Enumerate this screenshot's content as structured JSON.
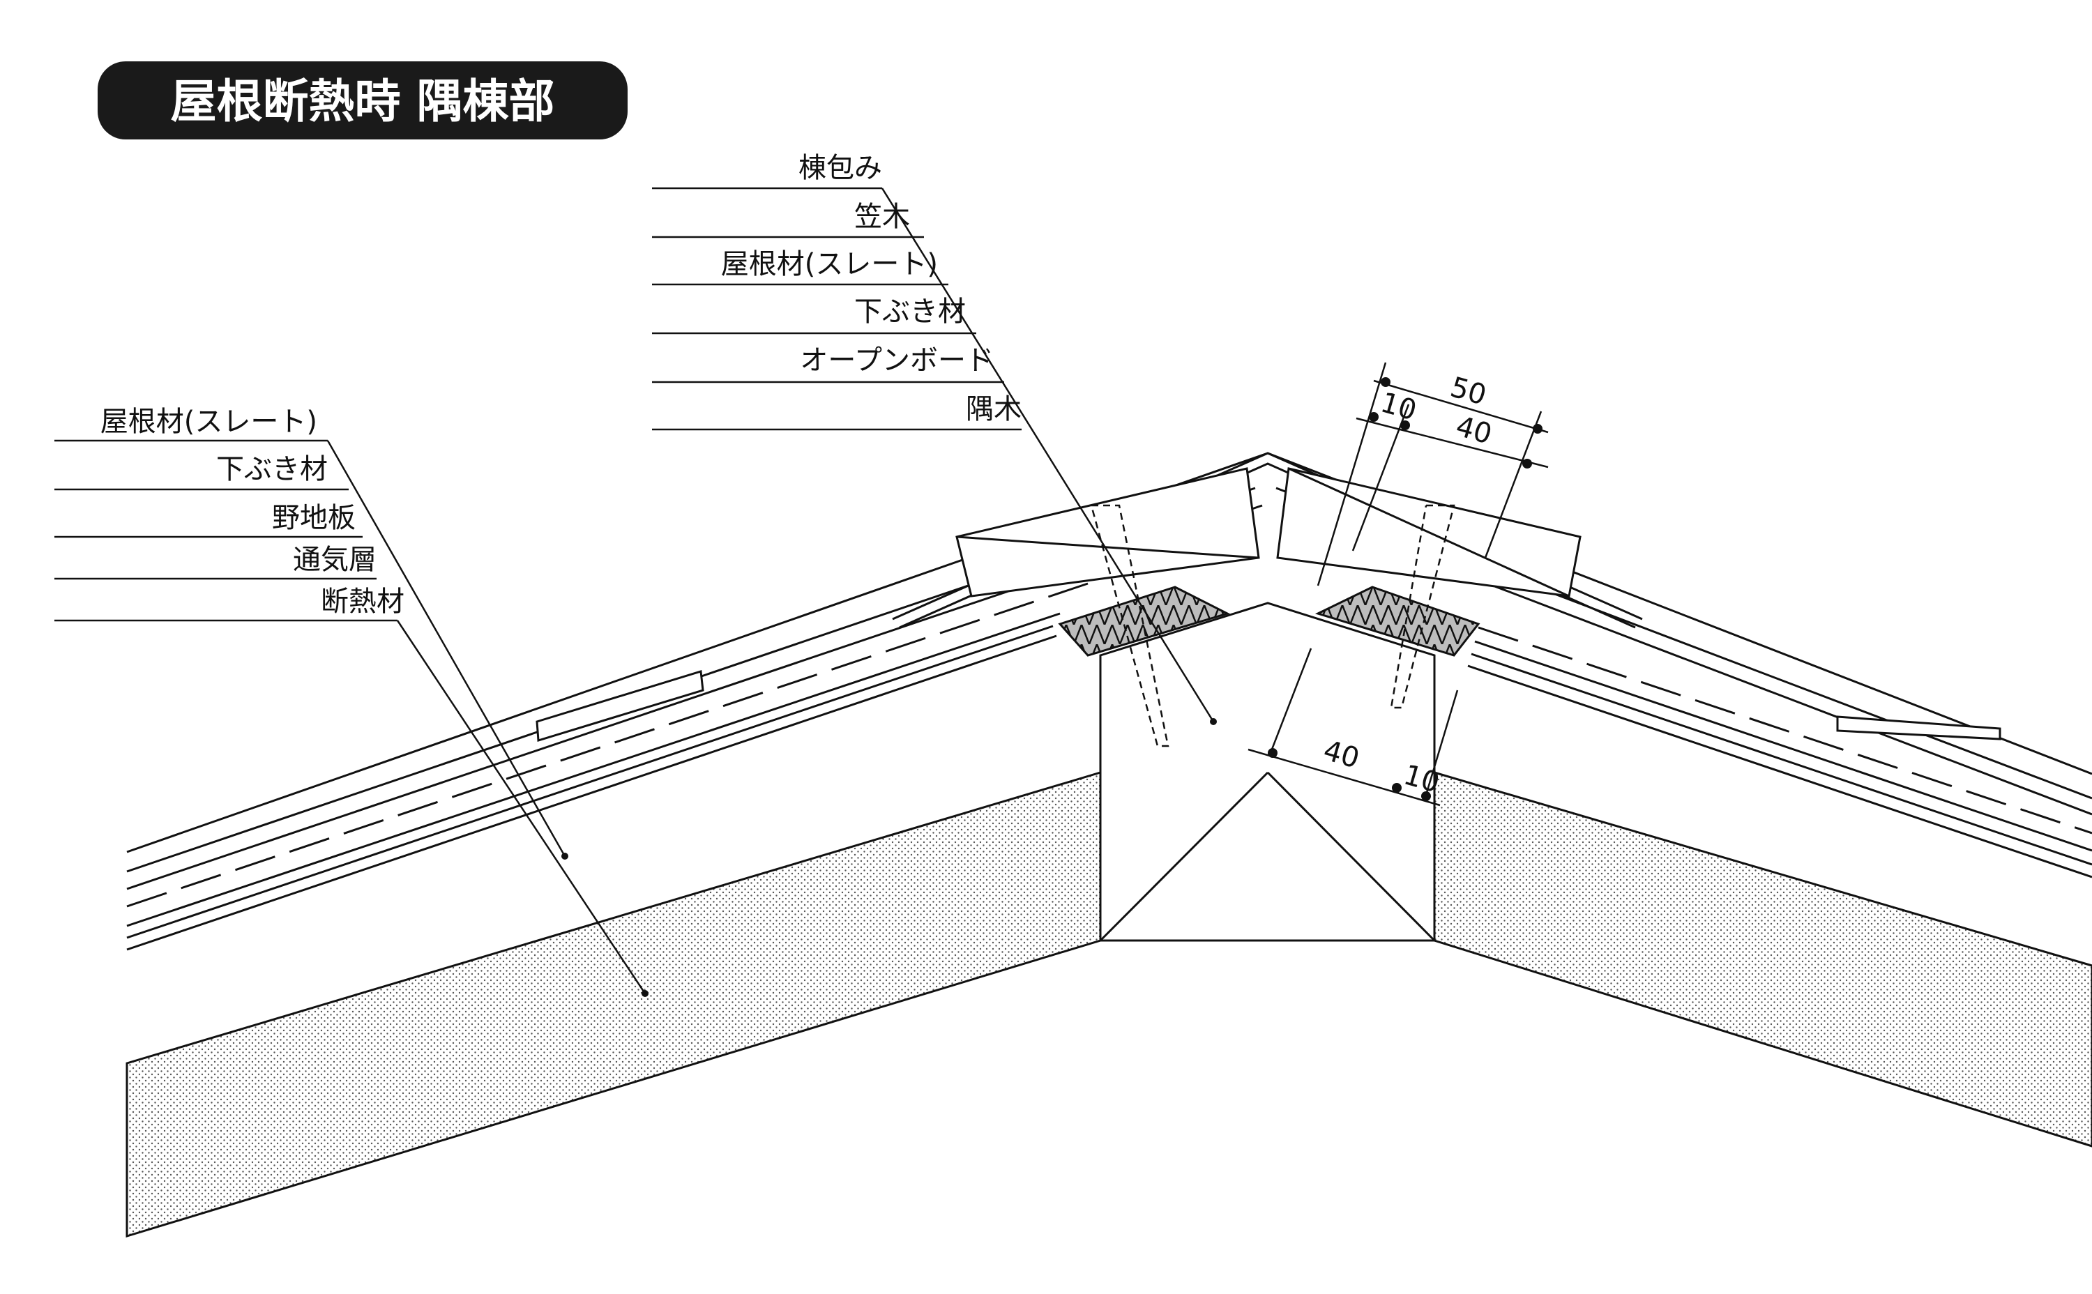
{
  "title": "屋根断熱時 隅棟部",
  "colors": {
    "ink": "#111111",
    "title_bg": "#1a1a1a",
    "title_text": "#ffffff",
    "insulation_dots": "#555555",
    "foam_fill": "#bdbdbd"
  },
  "left_labels": [
    "屋根材(スレート)",
    "下ぶき材",
    "野地板",
    "通気層",
    "断熱材"
  ],
  "top_labels": [
    "棟包み",
    "笠木",
    "屋根材(スレート)",
    "下ぶき材",
    "オープンボード",
    "隅木"
  ],
  "dimensions": {
    "top_total": "50",
    "top_small": "10",
    "top_large": "40",
    "bottom_large": "40",
    "bottom_small": "10"
  }
}
